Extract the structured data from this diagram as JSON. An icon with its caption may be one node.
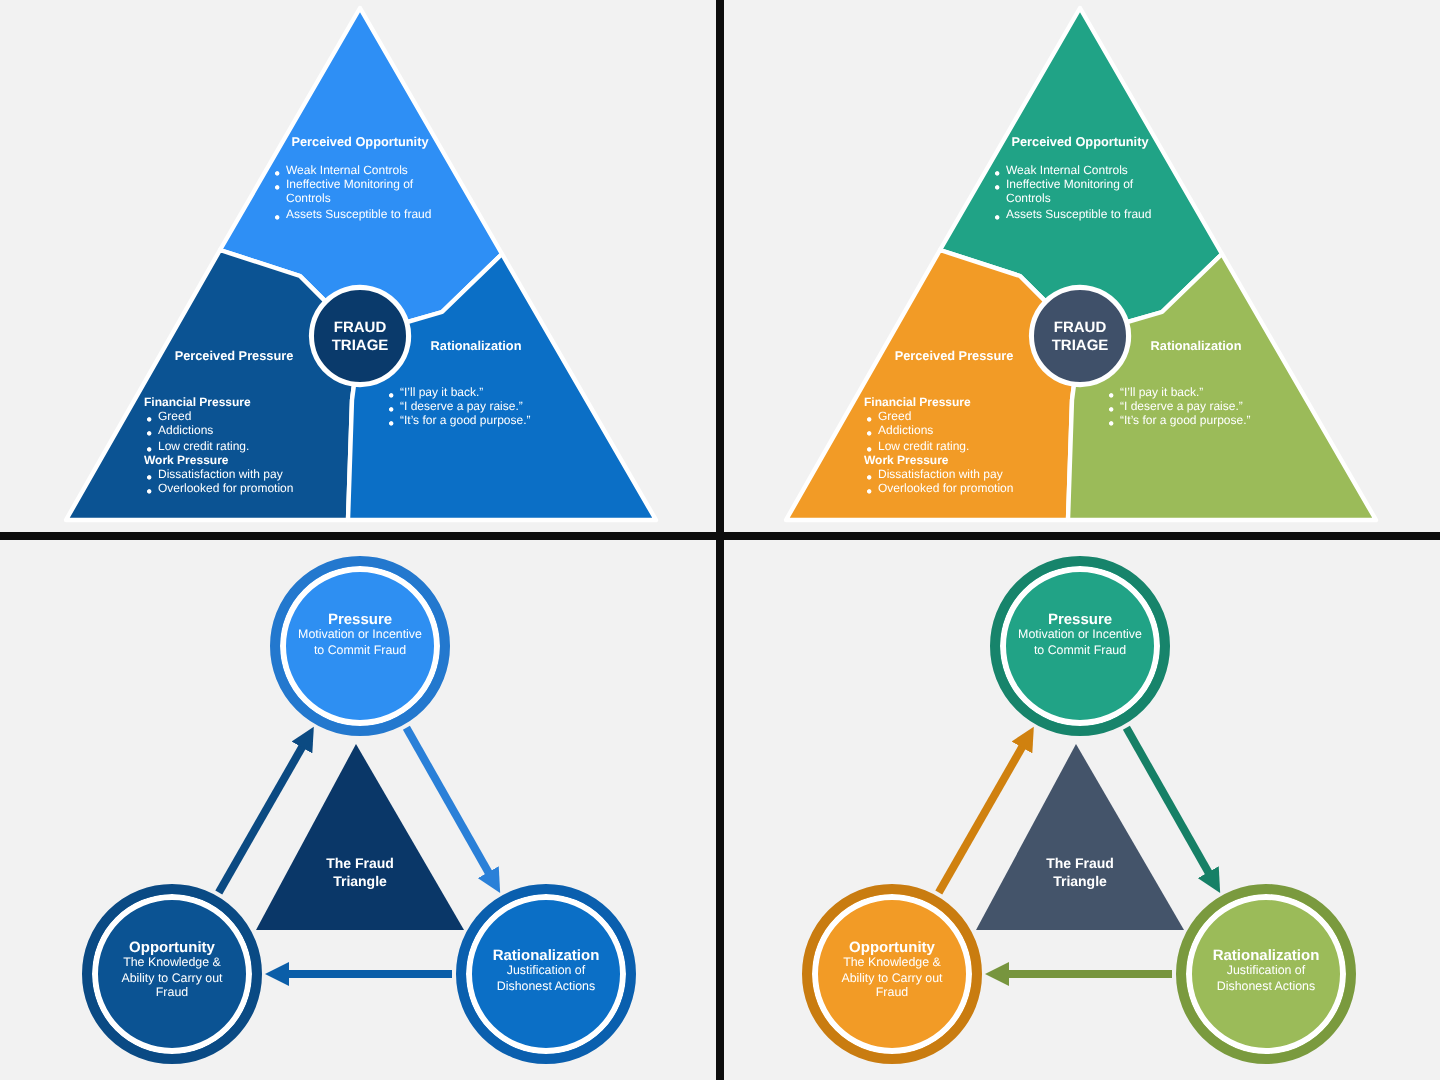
{
  "diagram": {
    "nodes": [
      {
        "text": [
          "Perceived Opportunity",
          "Weak Internal Controls",
          "Ineffective Monitoring of Controls",
          "Assets Susceptible to fraud"
        ]
      },
      {
        "text": [
          "Perceived Pressure",
          "Financial Pressure",
          "Greed",
          "Addictions",
          "Low credit rating.",
          "Work Pressure",
          "Dissatisfaction with pay",
          "Overlooked for promotion"
        ]
      },
      {
        "text": [
          "FRAUD TRIAGE"
        ]
      },
      {
        "text": [
          "Rationalization",
          "“I’ll pay it back.”",
          "“I deserve a pay raise.”",
          "“It’s for a good purpose.”"
        ]
      },
      {
        "text": [
          "Perceived Opportunity",
          "Weak Internal Controls",
          "Ineffective Monitoring of Controls",
          "Assets Susceptible to fraud"
        ]
      },
      {
        "text": [
          "Perceived Pressure",
          "Financial Pressure",
          "Greed",
          "Addictions",
          "Low credit rating.",
          "Work Pressure",
          "Dissatisfaction with pay",
          "Overlooked for promotion"
        ]
      },
      {
        "text": [
          "FRAUD TRIAGE"
        ]
      },
      {
        "text": [
          "Rationalization",
          "“I’ll pay it back.”",
          "“I deserve a pay raise.”",
          "“It’s for a good purpose.”"
        ]
      },
      {
        "text": [
          "Pressure",
          "Motivation or Incentive to Commit Fraud"
        ]
      },
      {
        "text": [
          "The Fraud Triangle"
        ]
      },
      {
        "text": [
          "Opportunity",
          "The Knowledge & Ability to Carry out Fraud"
        ]
      },
      {
        "text": [
          "Rationalization",
          "Justification of Dishonest Actions"
        ]
      },
      {
        "text": [
          "Pressure",
          "Motivation or Incentive to Commit Fraud"
        ]
      },
      {
        "text": [
          "The Fraud Triangle"
        ]
      },
      {
        "text": [
          "Opportunity",
          "The Knowledge & Ability to Carry out Fraud"
        ]
      },
      {
        "text": [
          "Rationalization",
          "Justification of Dishonest Actions"
        ]
      }
    ],
    "edges": [
      {
        "from": 8,
        "to": 11,
        "arrow": "to",
        "color": "#2a80d8"
      },
      {
        "from": 11,
        "to": 10,
        "arrow": "to",
        "color": "#0b5ea8"
      },
      {
        "from": 10,
        "to": 8,
        "arrow": "to",
        "color": "#0b4a82"
      },
      {
        "from": 12,
        "to": 15,
        "arrow": "to",
        "color": "#168066"
      },
      {
        "from": 15,
        "to": 14,
        "arrow": "to",
        "color": "#77953e"
      },
      {
        "from": 14,
        "to": 12,
        "arrow": "to",
        "color": "#d0810f"
      }
    ]
  }
}
